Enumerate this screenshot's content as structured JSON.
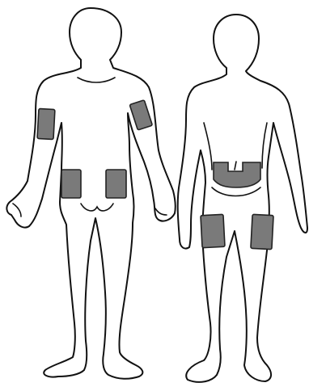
{
  "colors": {
    "background": "#ffffff",
    "outline": "#111111",
    "injection_site_fill": "#7a7a7a"
  },
  "figures": [
    {
      "view": "back",
      "sites": [
        "left-upper-arm",
        "right-upper-arm",
        "left-buttock",
        "right-buttock"
      ]
    },
    {
      "view": "front",
      "sites": [
        "abdomen",
        "left-thigh",
        "right-thigh"
      ]
    }
  ]
}
